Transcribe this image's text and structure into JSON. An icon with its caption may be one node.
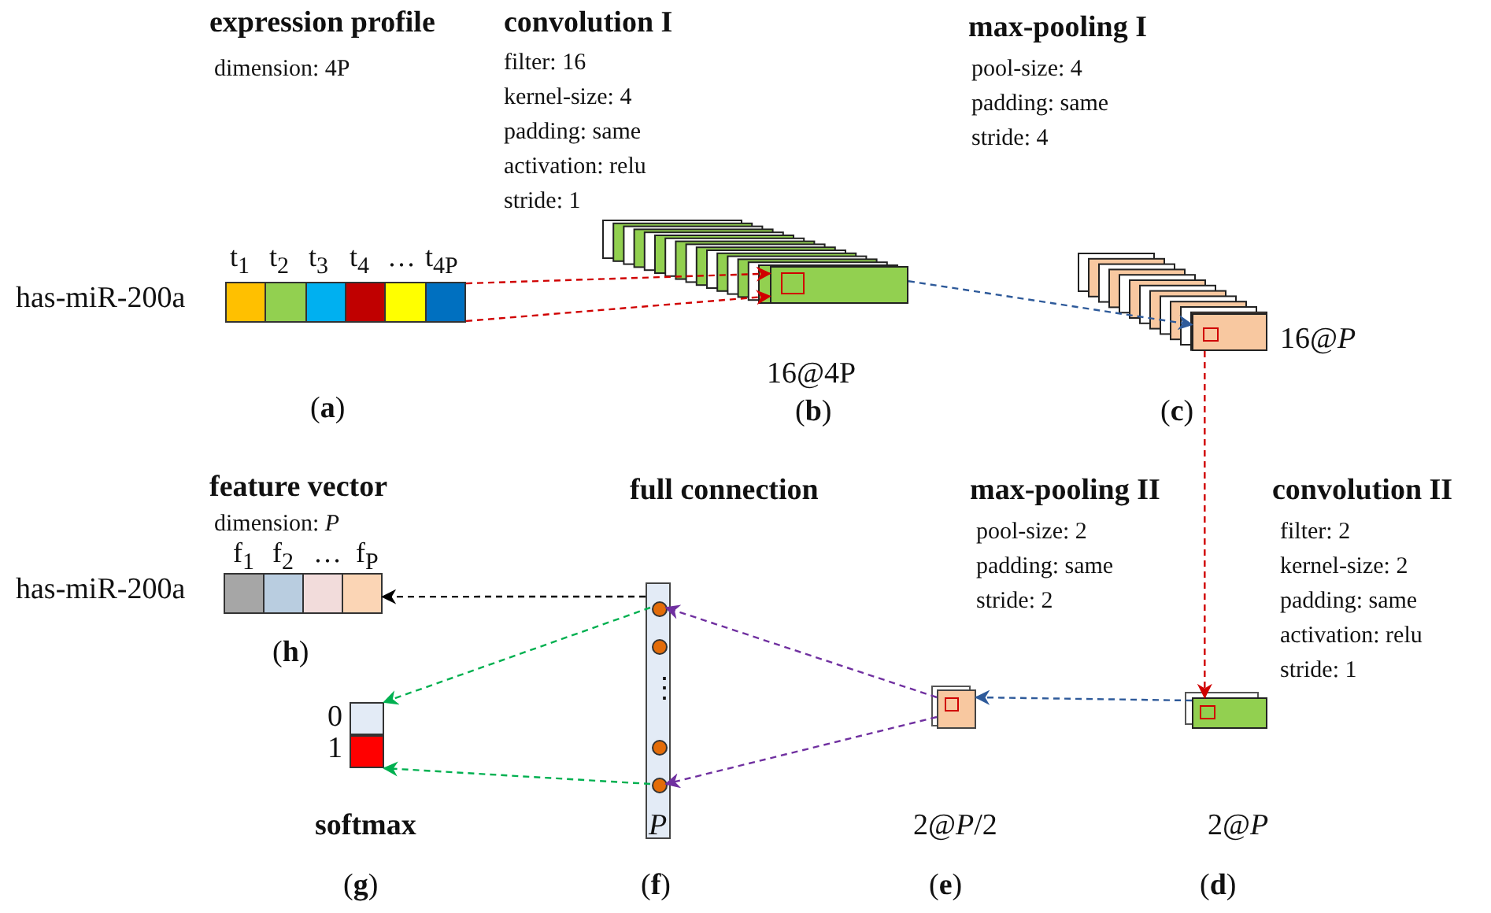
{
  "diagram": {
    "nodes": [
      {
        "text": [],
        "shape": "bar",
        "beside": [
          "has-miR-200a",
          "t$_{1}$",
          "t$_{2}$",
          "t$_{3}$",
          "t$_{4}$",
          "…",
          "t$_{4P}$",
          "(**a**)"
        ]
      },
      {
        "text": [],
        "shape": "box",
        "beside": [
          "16@4P",
          "(**b**)"
        ]
      },
      {
        "text": [],
        "shape": "box",
        "beside": [
          "16@*P*",
          "(**c**)"
        ]
      },
      {
        "text": [],
        "shape": "box",
        "beside": [
          "2@*P*",
          "(**d**)"
        ]
      },
      {
        "text": [],
        "shape": "box",
        "beside": [
          "2@*P*/2",
          "(**e**)"
        ]
      },
      {
        "text": [],
        "shape": "bar",
        "beside": [
          "*P*",
          "(**f**)"
        ]
      },
      {
        "text": [],
        "shape": "circle",
        "in": 5
      },
      {
        "text": [],
        "shape": "circle",
        "in": 5
      },
      {
        "text": [],
        "shape": "circle",
        "in": 5
      },
      {
        "text": [],
        "shape": "circle",
        "in": 5
      },
      {
        "text": [],
        "shape": "box",
        "beside": [
          "0"
        ]
      },
      {
        "text": [],
        "shape": "box",
        "beside": [
          "1"
        ]
      },
      {
        "text": [],
        "shape": "bar",
        "beside": [
          "has-miR-200a",
          "f$_{1}$",
          "f$_{2}$",
          "…",
          "f$_{P}$",
          "(**h**)"
        ]
      }
    ],
    "edges": [
      {
        "from": 0,
        "to": 1,
        "arrow": "to",
        "style": "dashed",
        "color": "#d00000"
      },
      {
        "from": 0,
        "to": 1,
        "arrow": "to",
        "style": "dashed",
        "color": "#d00000"
      },
      {
        "from": 1,
        "to": 2,
        "arrow": "to",
        "style": "dashed",
        "color": "#2e5a9a"
      },
      {
        "from": 2,
        "to": 3,
        "arrow": "to",
        "style": "dashed",
        "color": "#d00000"
      },
      {
        "from": 3,
        "to": 4,
        "arrow": "to",
        "style": "dashed",
        "color": "#2e5a9a"
      },
      {
        "from": 4,
        "to": 6,
        "arrow": "to",
        "style": "dashed",
        "color": "#7030a0"
      },
      {
        "from": 4,
        "to": 9,
        "arrow": "to",
        "style": "dashed",
        "color": "#7030a0"
      },
      {
        "from": 6,
        "to": 10,
        "arrow": "to",
        "style": "dashed",
        "color": "#00b050"
      },
      {
        "from": 9,
        "to": 11,
        "arrow": "to",
        "style": "dashed",
        "color": "#00b050"
      },
      {
        "from": 5,
        "to": 12,
        "arrow": "to",
        "style": "dashed",
        "color": "#000000"
      }
    ],
    "labels": [
      "expression profile",
      "dimension: 4P",
      "convolution I",
      "filter: 16",
      "kernel-size: 4",
      "padding: same",
      "activation: relu",
      "stride: 1",
      "max-pooling I",
      "pool-size: 4",
      "padding: same",
      "stride: 4",
      "feature vector",
      "dimension: *P*",
      "full connection",
      "max-pooling II",
      "pool-size: 2",
      "padding: same",
      "stride: 2",
      "convolution II",
      "filter: 2",
      "kernel-size: 2",
      "padding: same",
      "activation: relu",
      "stride: 1",
      "⋮",
      "softmax",
      "(**g**)"
    ]
  }
}
